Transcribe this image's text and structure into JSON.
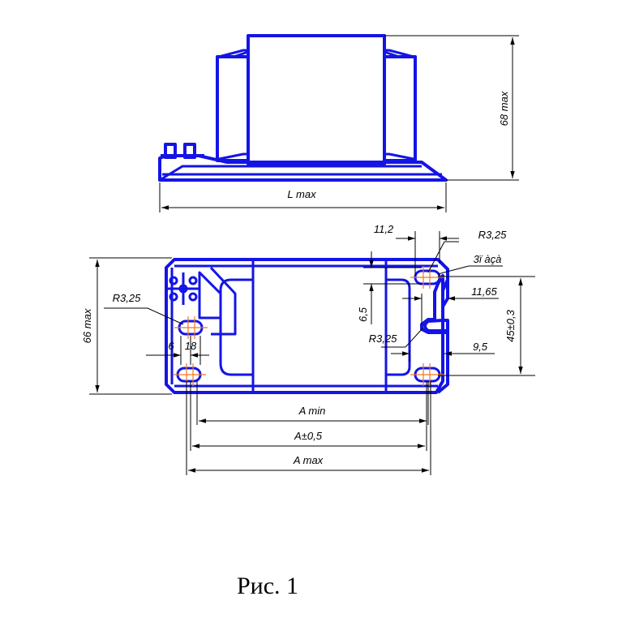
{
  "colors": {
    "outline": "#1414e6",
    "dimension": "#000000",
    "centerline": "#f07820"
  },
  "dimensions": {
    "height_max": "68 max",
    "length_max": "L max",
    "width_max": "66 max",
    "pitch_11_2": "11,2",
    "radius_top": "R3,25",
    "slot_note": "3ї àçà",
    "dist_11_65": "11,65",
    "dist_6_5": "6,5",
    "radius_mid": "R3,25",
    "dist_45": "45±0,3",
    "dist_9_5": "9,5",
    "radius_left": "R3,25",
    "dist_6": "6",
    "dist_18": "18",
    "a_min": "A min",
    "a_nominal": "A±0,5",
    "a_max": "A max"
  },
  "caption": "Рис. 1"
}
